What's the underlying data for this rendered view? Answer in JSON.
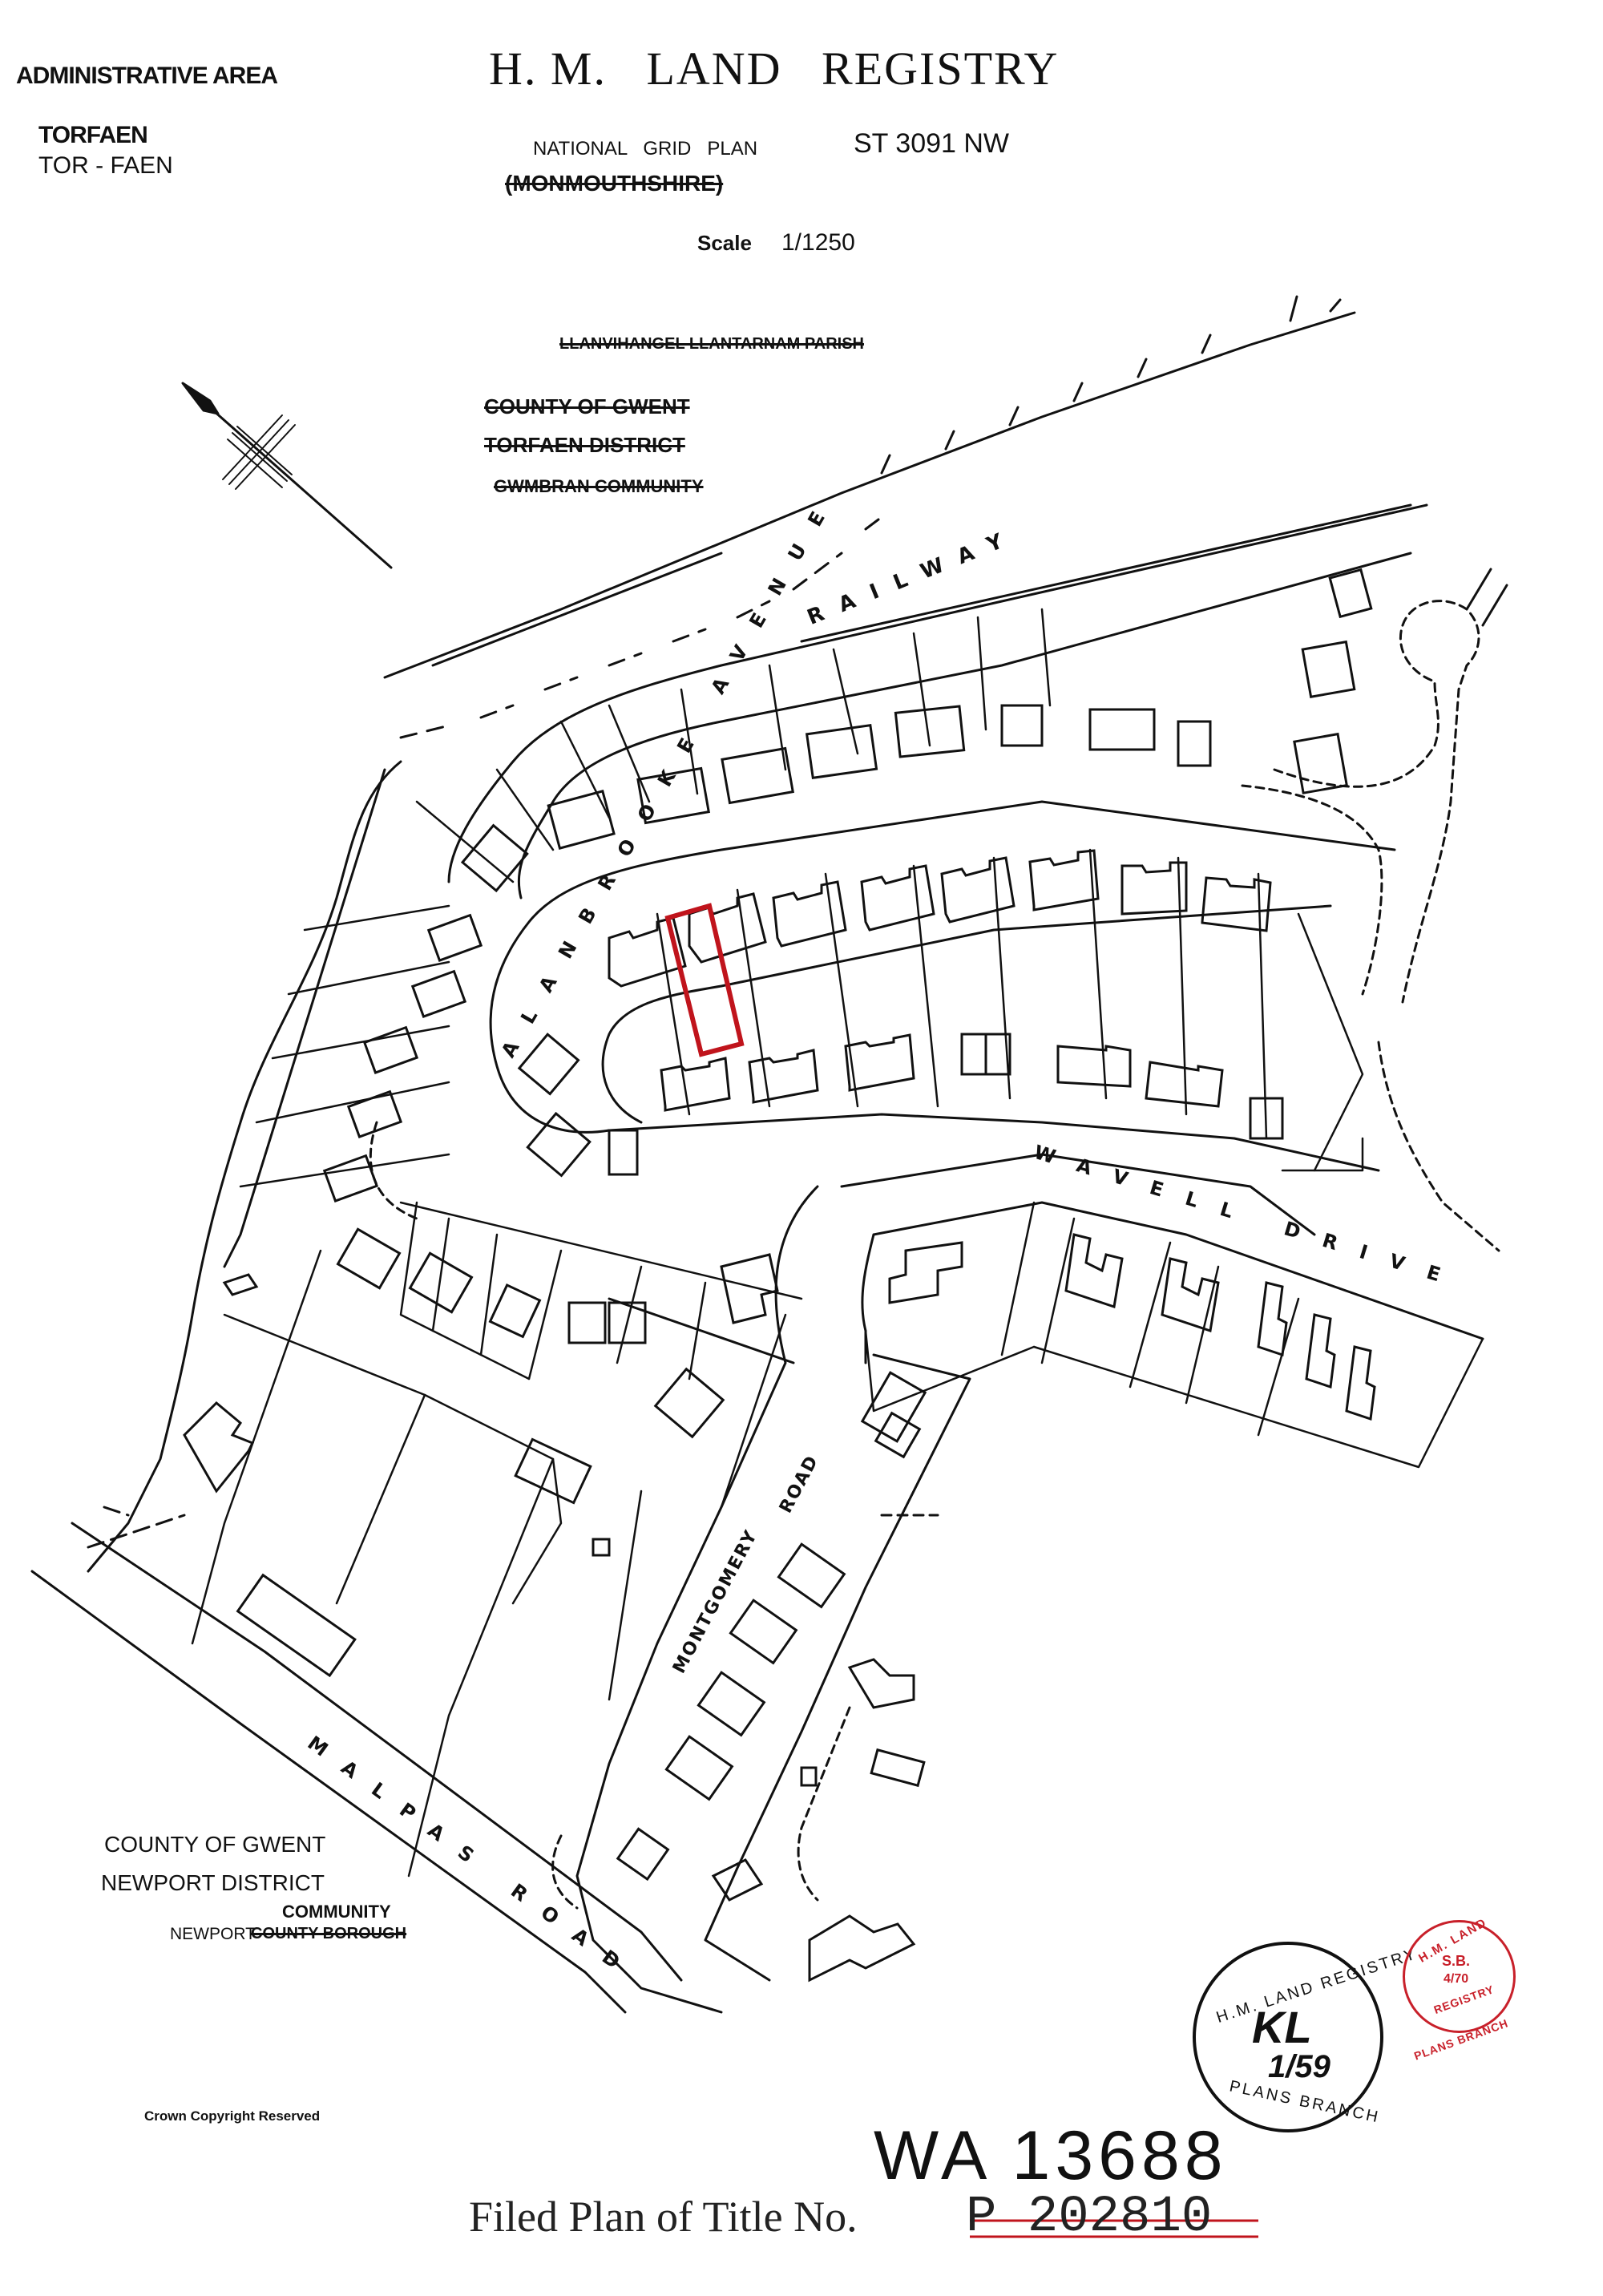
{
  "header": {
    "admin_area_label": "ADMINISTRATIVE AREA",
    "admin_area_name": "TORFAEN",
    "admin_area_name_welsh": "TOR - FAEN",
    "title": "H. M.   LAND   REGISTRY",
    "grid_plan_label": "NATIONAL   GRID   PLAN",
    "grid_plan_ref": "ST 3091 NW",
    "county_old": "(MONMOUTHSHIRE)",
    "scale_label": "Scale",
    "scale_value": "1/1250"
  },
  "struck_labels": {
    "parish": "LLANVIHANGEL LLANTARNAM PARISH",
    "county": "COUNTY OF GWENT",
    "district": "TORFAEN DISTRICT",
    "community": "GWMBRAN COMMUNITY"
  },
  "map_labels": {
    "railway": "RAILWAY",
    "alanbrooke_avenue": "ALANBROOKE AVENUE",
    "wavell_drive": "WAVELL DRIVE",
    "montgomery_road_1": "MONTGOMERY",
    "montgomery_road_2": "ROAD",
    "malpas_road": "MALPAS ROAD"
  },
  "lower_left": {
    "county": "COUNTY OF GWENT",
    "district": "NEWPORT DISTRICT",
    "community": "COMMUNITY",
    "community_prefix": "NEWPORT",
    "struck": "COUNTY BOROUGH",
    "copyright": "Crown Copyright Reserved"
  },
  "title_block": {
    "new_title_no": "WA 13688",
    "filed_plan_label": "Filed Plan of Title No.",
    "old_title_no": "P 202810"
  },
  "stamps": {
    "black": {
      "top": "H.M. LAND REGISTRY",
      "bottom": "PLANS BRANCH",
      "initials": "KL",
      "date": "1/59"
    },
    "red": {
      "top": "H.M. LAND",
      "middle": "REGISTRY",
      "bottom": "PLANS BRANCH",
      "initials": "S.B.",
      "date": "4/70"
    }
  },
  "colors": {
    "ink": "#111111",
    "highlight_red": "#c0141c",
    "stamp_red": "#c8202a",
    "paper": "#ffffff"
  },
  "north_arrow": {
    "icon": "north-arrow-icon"
  }
}
